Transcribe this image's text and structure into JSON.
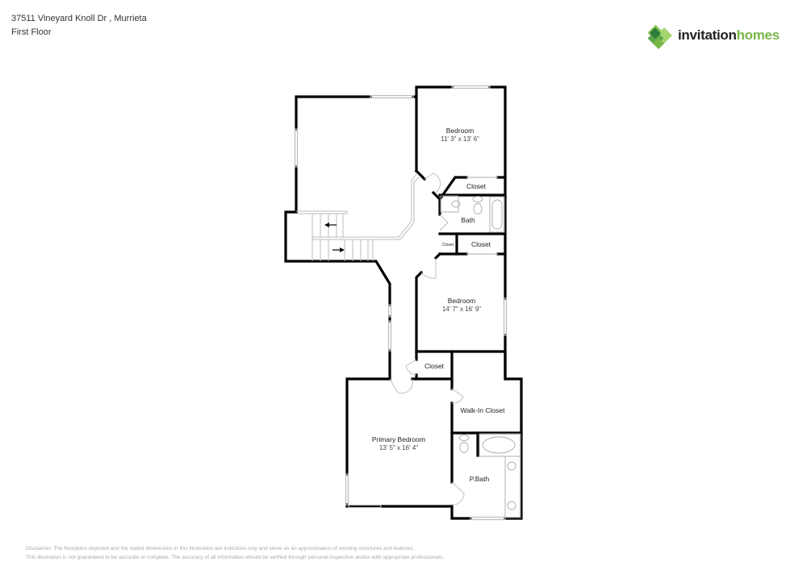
{
  "header": {
    "address": "37511 Vineyard Knoll Dr , Murrieta",
    "floor": "First Floor"
  },
  "logo": {
    "word1": "invitation",
    "word2": "homes",
    "colors": {
      "dark_green": "#3a8a3a",
      "light_green": "#7ab648",
      "text": "#222222"
    }
  },
  "rooms": {
    "bedroom1": {
      "name": "Bedroom",
      "dims": "11' 3\" x 13' 6\""
    },
    "closet1": {
      "name": "Closet"
    },
    "bath": {
      "name": "Bath"
    },
    "closet_small": {
      "name": "Closet"
    },
    "closet2": {
      "name": "Closet"
    },
    "bedroom2": {
      "name": "Bedroom",
      "dims": "14' 7\" x 16' 9\""
    },
    "closet3": {
      "name": "Closet"
    },
    "walkin": {
      "name": "Walk-In Closet"
    },
    "primary": {
      "name": "Primary Bedroom",
      "dims": "13' 5\" x 16' 4\""
    },
    "pbath": {
      "name": "P.Bath"
    }
  },
  "disclaimer": {
    "line1": "Disclaimer: The floorplans depicted and the stated dimensions in this illustration are indicative only and serve as an approximation of existing structures and features.",
    "line2": "This illustration is not guaranteed to be accurate or complete. The accuracy of all information should be verified through personal inspection and/or with appropriate professionals."
  }
}
